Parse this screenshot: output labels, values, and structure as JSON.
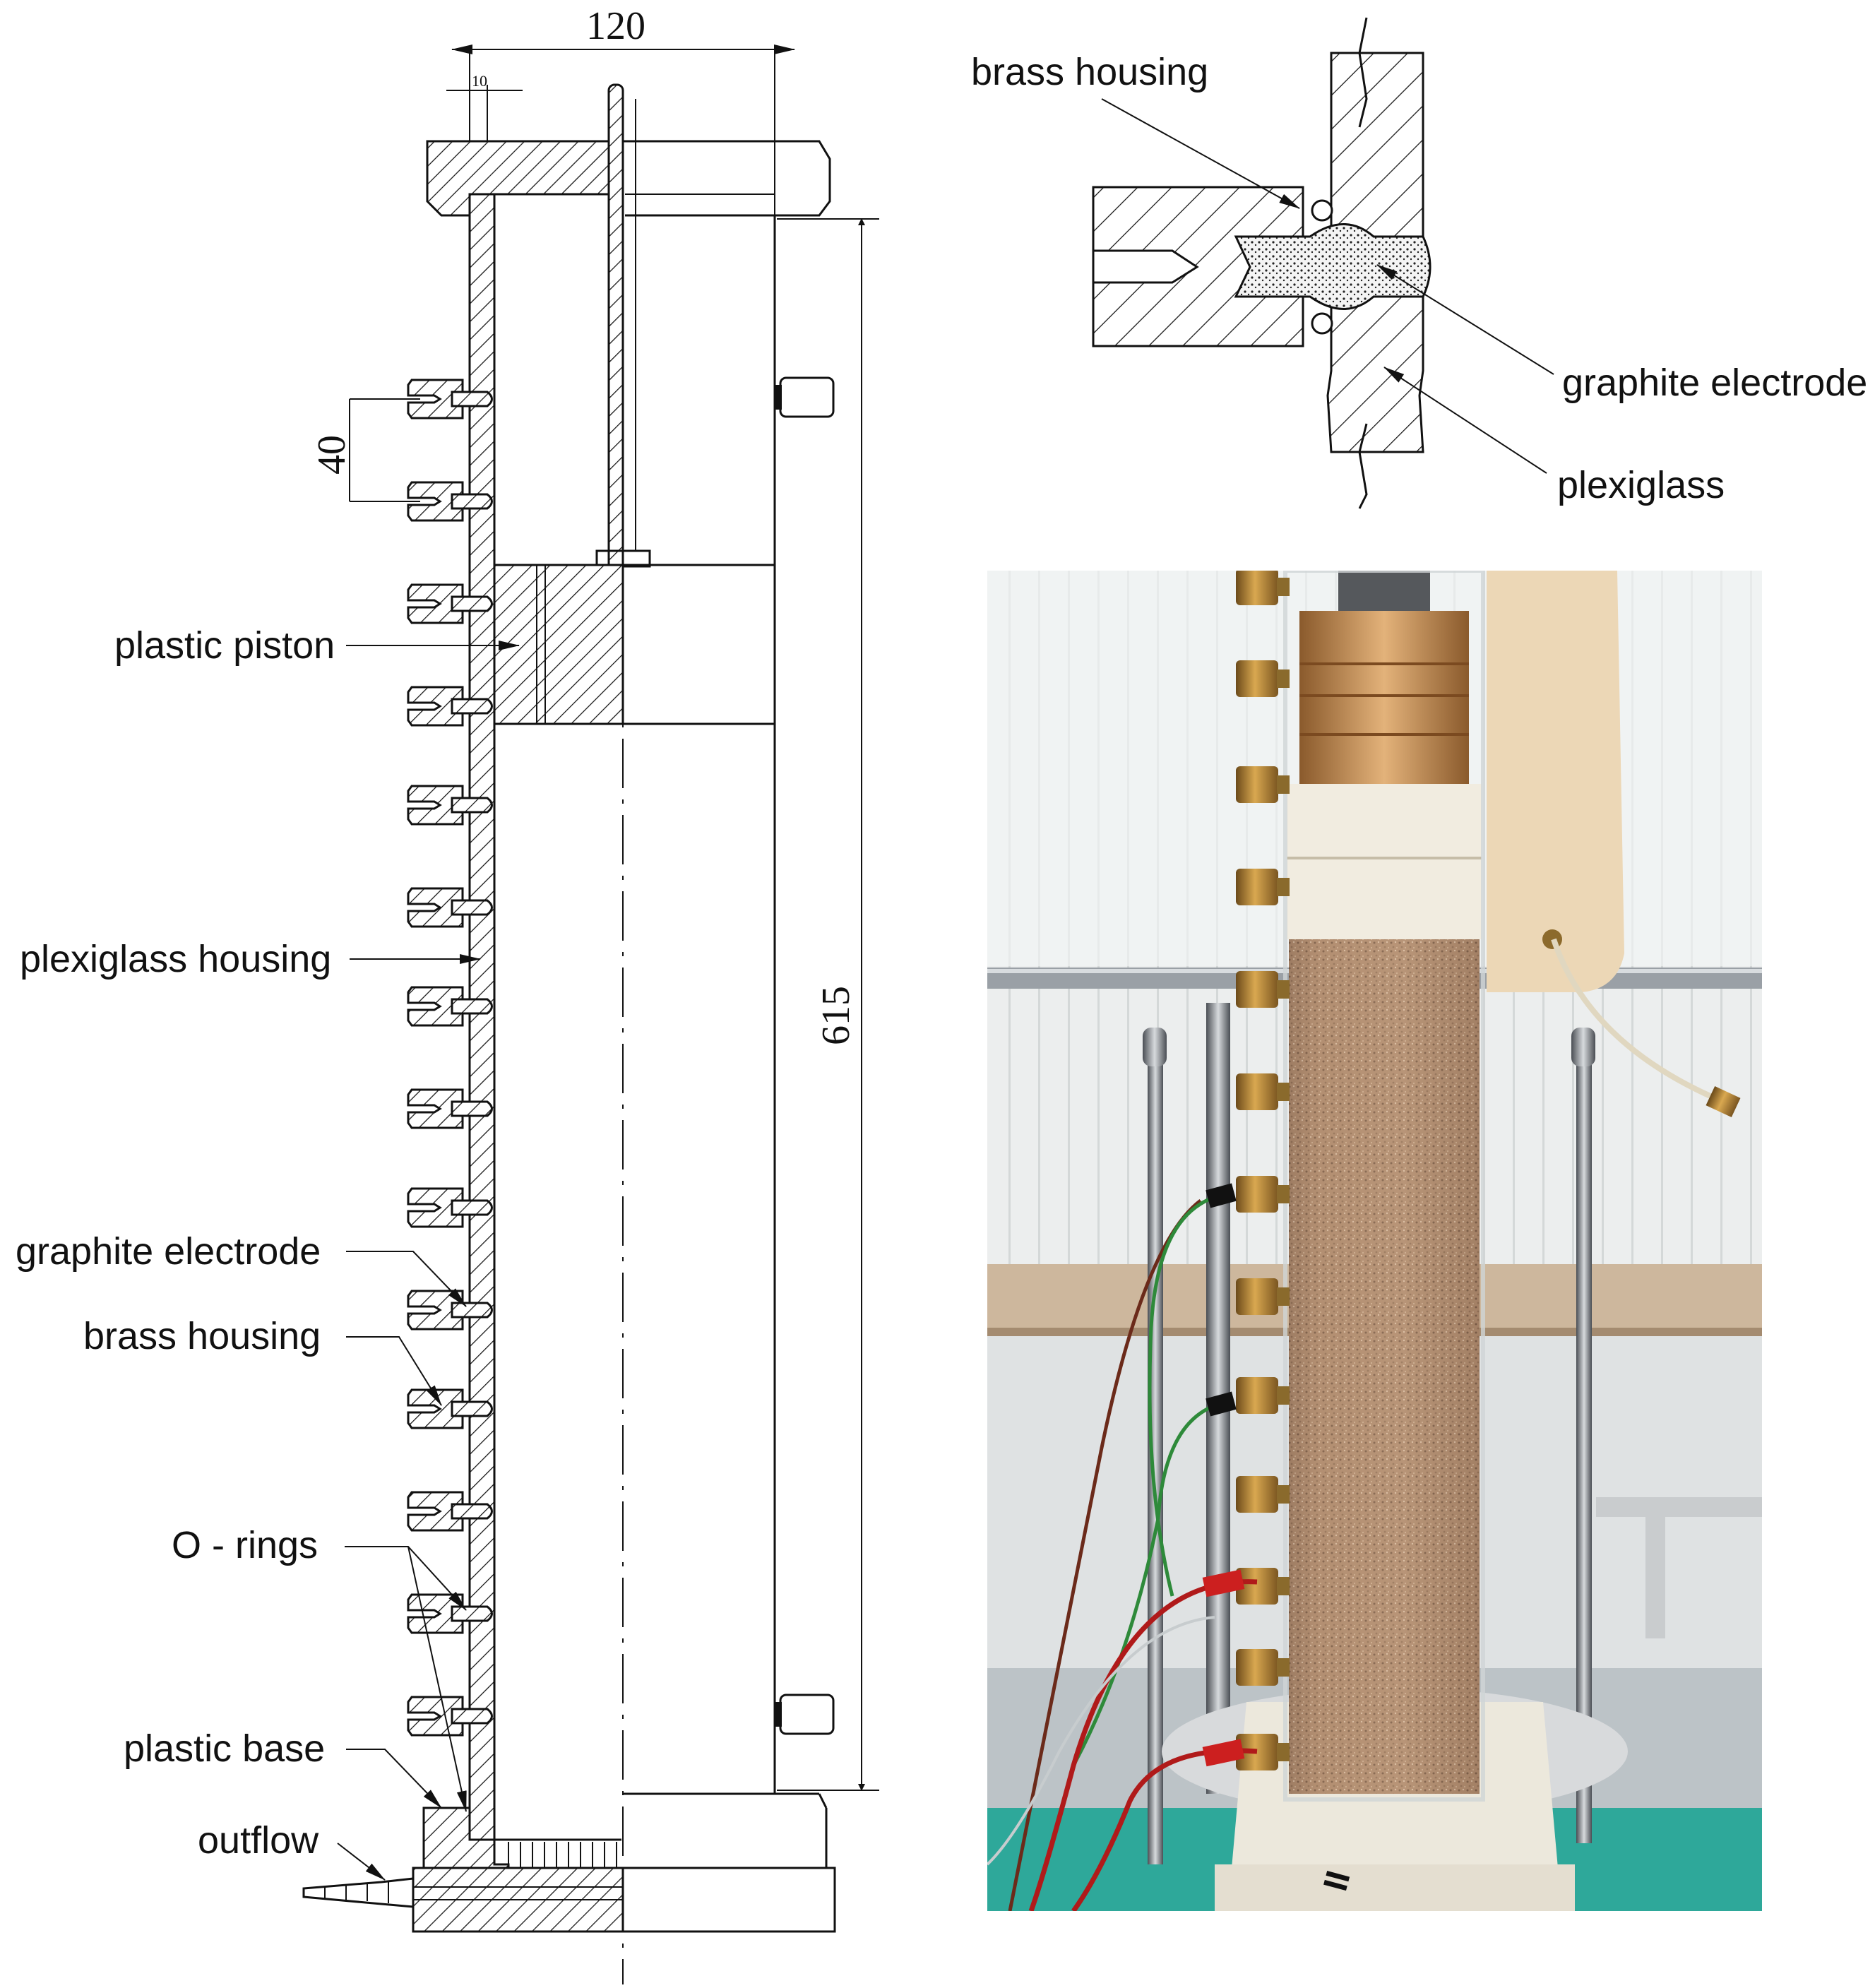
{
  "dimensions": {
    "width_120": "120",
    "width_10": "10",
    "spacing_40": "40",
    "height_615": "615"
  },
  "drawing_labels": {
    "plastic_piston": "plastic piston",
    "plexiglass_housing": "plexiglass housing",
    "graphite_electrode": "graphite electrode",
    "brass_housing": "brass housing",
    "o_rings": "O - rings",
    "plastic_base": "plastic base",
    "outflow": "outflow"
  },
  "detail_labels": {
    "brass_housing": "brass housing",
    "graphite_electrode": "graphite electrode",
    "plexiglass": "plexiglass"
  },
  "photo": {
    "base_marking": "II"
  }
}
